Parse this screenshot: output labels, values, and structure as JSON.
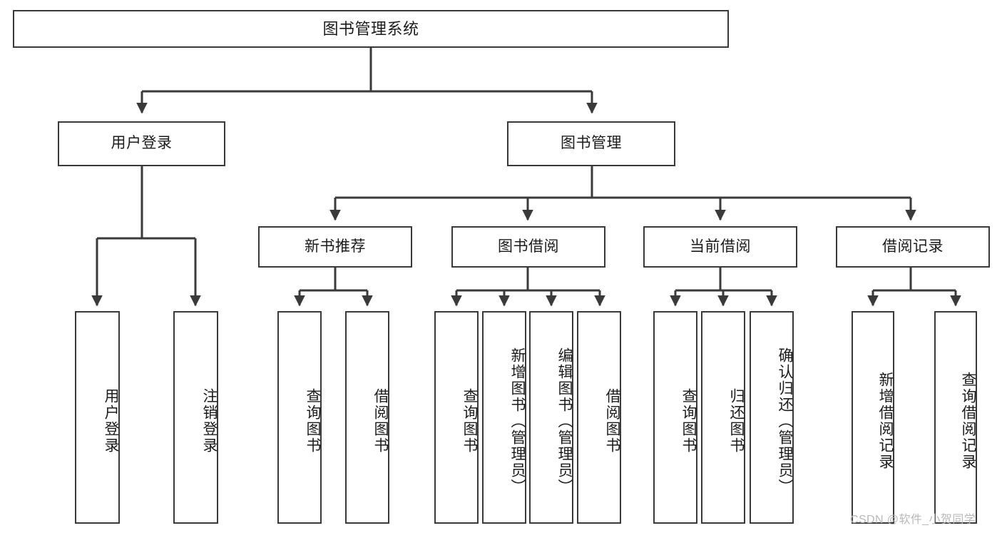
{
  "diagram": {
    "title": "图书管理系统",
    "type": "hierarchy-tree",
    "root": {
      "label": "图书管理系统"
    },
    "level2": [
      {
        "label": "用户登录"
      },
      {
        "label": "图书管理"
      }
    ],
    "level3": [
      {
        "label": "新书推荐"
      },
      {
        "label": "图书借阅"
      },
      {
        "label": "当前借阅"
      },
      {
        "label": "借阅记录"
      }
    ],
    "leaves": [
      {
        "label": "用户登录",
        "parent": "用户登录"
      },
      {
        "label": "注销登录",
        "parent": "用户登录"
      },
      {
        "label": "查询图书",
        "parent": "新书推荐"
      },
      {
        "label": "借阅图书",
        "parent": "新书推荐"
      },
      {
        "label": "查询图书",
        "parent": "图书借阅"
      },
      {
        "label": "新增图书（管理员）",
        "parent": "图书借阅"
      },
      {
        "label": "编辑图书（管理员）",
        "parent": "图书借阅"
      },
      {
        "label": "借阅图书",
        "parent": "图书借阅"
      },
      {
        "label": "查询图书",
        "parent": "当前借阅"
      },
      {
        "label": "归还图书",
        "parent": "当前借阅"
      },
      {
        "label": "确认归还（管理员）",
        "parent": "当前借阅"
      },
      {
        "label": "新增借阅记录",
        "parent": "借阅记录"
      },
      {
        "label": "查询借阅记录",
        "parent": "借阅记录"
      }
    ]
  },
  "watermark": {
    "text": "CSDN @软件_小贺同学"
  },
  "colors": {
    "line": "#3a3a3a",
    "box_fill": "#ffffff",
    "text": "#1b1b1b",
    "watermark": "#b9b9b9"
  }
}
